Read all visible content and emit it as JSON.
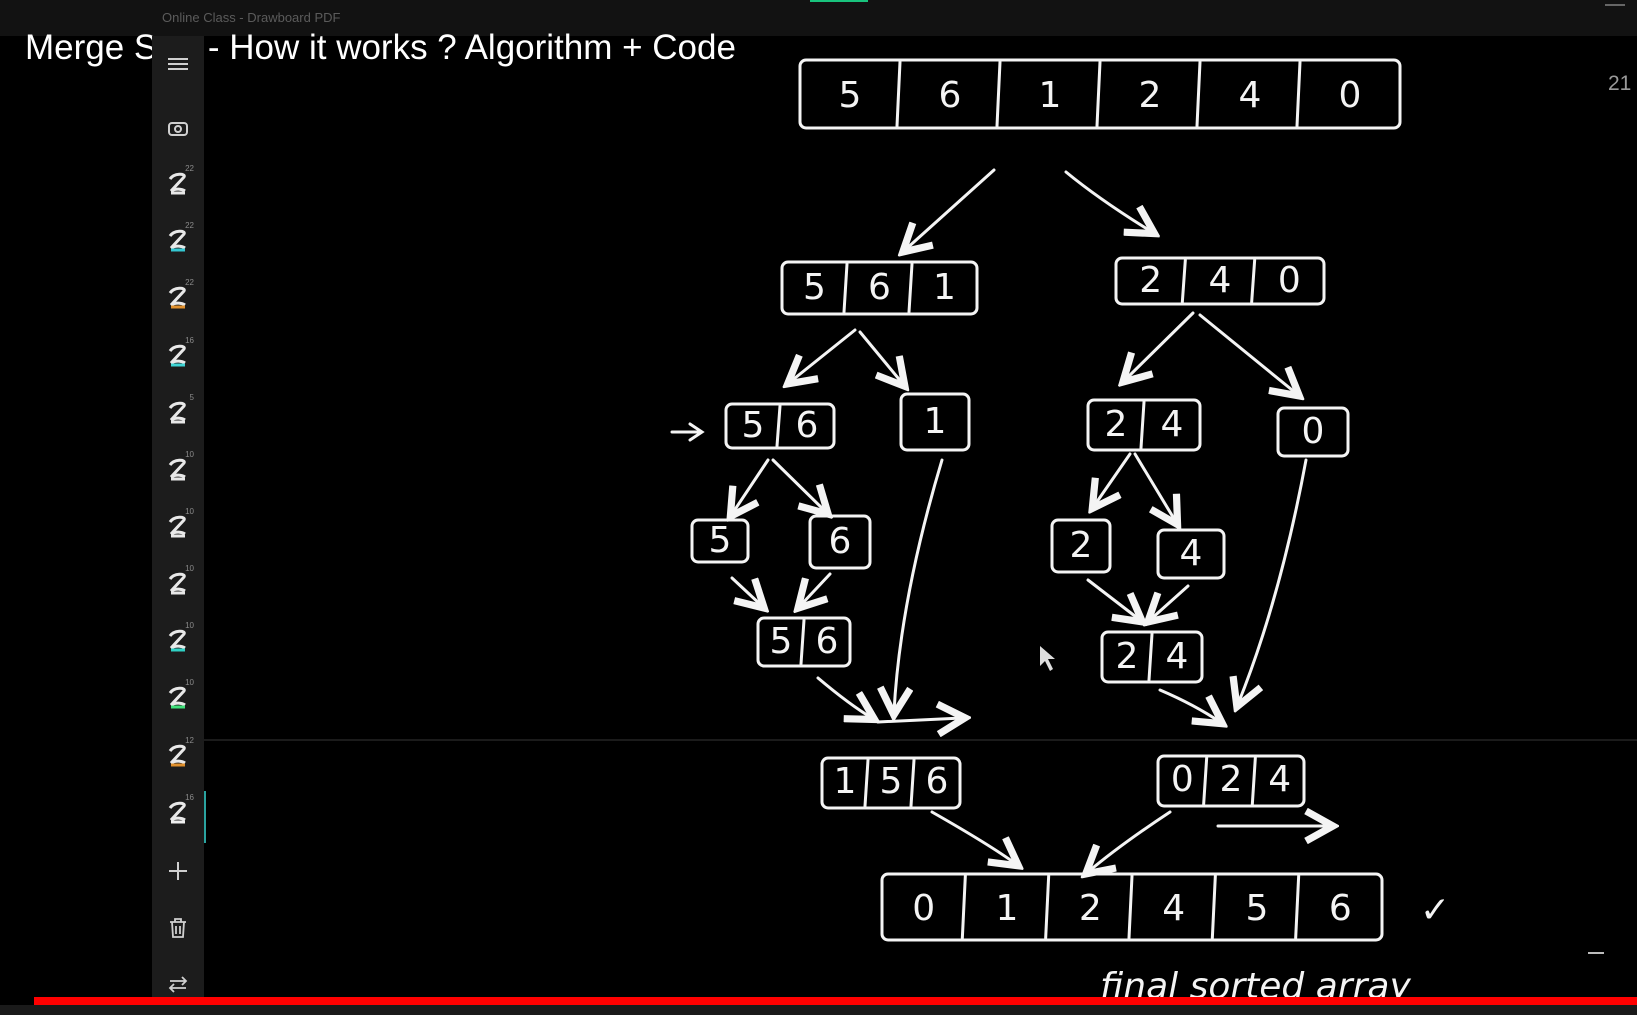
{
  "window": {
    "app_title": "Online Class - Drawboard PDF"
  },
  "video": {
    "title": "Merge Sort - How it works ? Algorithm + Code",
    "progress": 1.0
  },
  "page": {
    "number": "21"
  },
  "toolbar": {
    "items": [
      {
        "name": "menu-icon",
        "badge": ""
      },
      {
        "name": "camera-icon",
        "badge": ""
      },
      {
        "name": "pen-white-icon",
        "badge": "22",
        "color": "#e8e8e8"
      },
      {
        "name": "pen-cyan-icon",
        "badge": "22",
        "color": "#34c6d1"
      },
      {
        "name": "pen-orange-icon",
        "badge": "22",
        "color": "#e0902d"
      },
      {
        "name": "pen-cyan-icon",
        "badge": "16",
        "color": "#3fd4d4"
      },
      {
        "name": "pen-white-icon",
        "badge": "5",
        "color": "#e8e8e8"
      },
      {
        "name": "pen-white-icon",
        "badge": "10",
        "color": "#e8e8e8"
      },
      {
        "name": "pen-white-icon",
        "badge": "10",
        "color": "#e8e8e8"
      },
      {
        "name": "pen-white-icon",
        "badge": "10",
        "color": "#e8e8e8"
      },
      {
        "name": "pen-cyan-icon",
        "badge": "10",
        "color": "#2fd0c4"
      },
      {
        "name": "pen-green-icon",
        "badge": "10",
        "color": "#3fe07a"
      },
      {
        "name": "pen-orange-icon",
        "badge": "12",
        "color": "#e0902d"
      },
      {
        "name": "pen-white-icon",
        "badge": "16",
        "color": "#f0f0f0"
      },
      {
        "name": "add-icon",
        "badge": ""
      },
      {
        "name": "trash-icon",
        "badge": ""
      },
      {
        "name": "swap-icon",
        "badge": ""
      }
    ]
  },
  "drawing": {
    "top_array": [
      "5",
      "6",
      "1",
      "2",
      "4",
      "0"
    ],
    "left_half": [
      "5",
      "6",
      "1"
    ],
    "right_half": [
      "2",
      "4",
      "0"
    ],
    "left_pair": [
      "5",
      "6"
    ],
    "left_single": "1",
    "right_pair": [
      "2",
      "4"
    ],
    "right_single": "0",
    "leaf_5": "5",
    "leaf_6": "6",
    "leaf_2": "2",
    "leaf_4": "4",
    "merged_56": [
      "5",
      "6"
    ],
    "merged_24": [
      "2",
      "4"
    ],
    "merged_left": [
      "1",
      "5",
      "6"
    ],
    "merged_right": [
      "0",
      "2",
      "4"
    ],
    "final_array": [
      "0",
      "1",
      "2",
      "4",
      "5",
      "6"
    ],
    "final_label": "final sorted array",
    "check_mark": "✓"
  }
}
